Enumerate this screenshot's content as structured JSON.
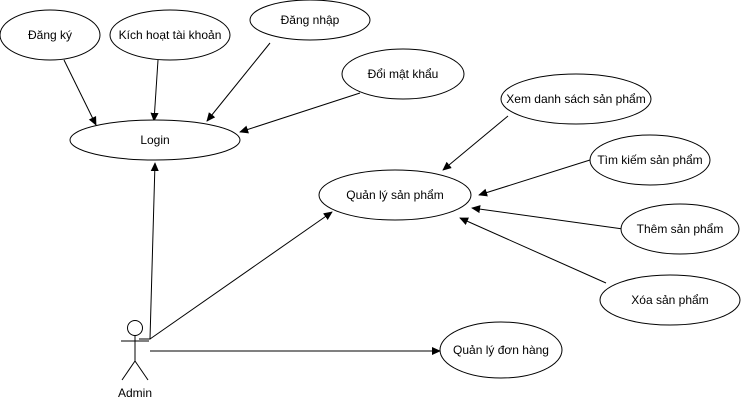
{
  "diagram": {
    "actor": {
      "label": "Admin"
    },
    "use_cases": {
      "dang_ky": "Đăng ký",
      "kich_hoat": "Kích hoạt tài khoản",
      "dang_nhap": "Đăng nhập",
      "doi_mat_khau": "Đổi mật khẩu",
      "login": "Login",
      "xem_danh_sach": "Xem danh sách sản phẩm",
      "quan_ly_san_pham": "Quản lý sản phẩm",
      "tim_kiem": "Tìm kiếm sản phẩm",
      "them": "Thêm sản phẩm",
      "xoa": "Xóa sản phẩm",
      "quan_ly_don_hang": "Quản lý đơn hàng"
    },
    "colors": {
      "stroke": "#000000",
      "fill": "#ffffff"
    }
  }
}
